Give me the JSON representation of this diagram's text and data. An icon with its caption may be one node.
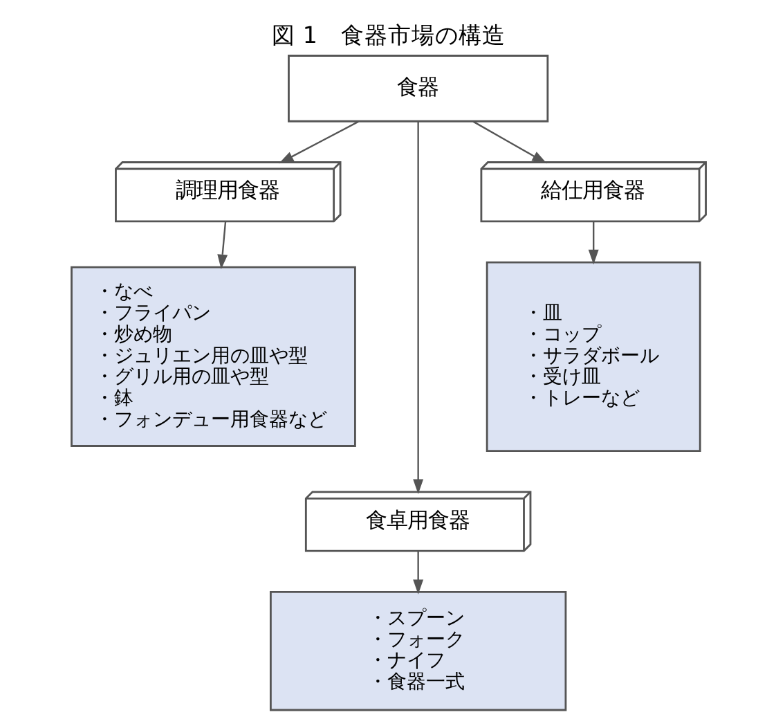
{
  "diagram": {
    "title": "図 1　食器市場の構造",
    "nodes": [
      {
        "text": [
          "食器"
        ]
      },
      {
        "text": [
          "調理用食器"
        ]
      },
      {
        "text": [
          "給仕用食器"
        ]
      },
      {
        "text": [
          "・なべ",
          "・フライパン",
          "・炒め物",
          "・ジュリエン用の皿や型",
          "・グリル用の皿や型",
          "・鉢",
          "・フォンデュー用食器など"
        ]
      },
      {
        "text": [
          "・皿",
          "・コップ",
          "・サラダボール",
          "・受け皿",
          "・トレーなど"
        ]
      },
      {
        "text": [
          "食卓用食器"
        ]
      },
      {
        "text": [
          "・スプーン",
          "・フォーク",
          "・ナイフ",
          "・食器一式"
        ]
      }
    ],
    "edges": [
      {
        "from": 0,
        "to": 1,
        "arrow": "to"
      },
      {
        "from": 0,
        "to": 5,
        "arrow": "to"
      },
      {
        "from": 0,
        "to": 2,
        "arrow": "to"
      },
      {
        "from": 1,
        "to": 3,
        "arrow": "to"
      },
      {
        "from": 2,
        "to": 4,
        "arrow": "to"
      },
      {
        "from": 5,
        "to": 6,
        "arrow": "to"
      }
    ]
  }
}
